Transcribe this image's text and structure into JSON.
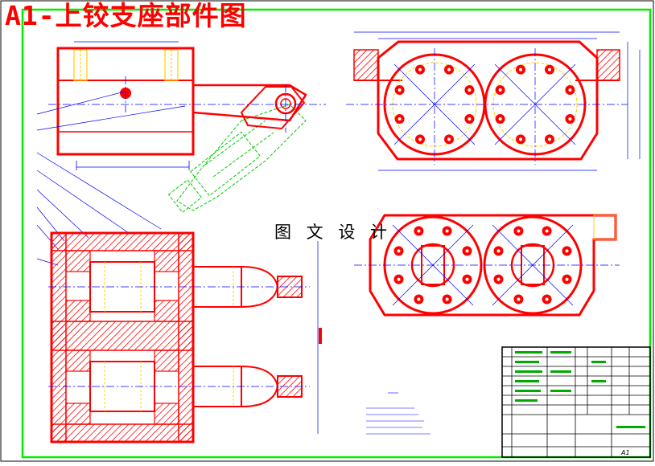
{
  "drawing": {
    "title": "A1-上铰支座部件图",
    "watermark": "图 文 设 计",
    "title_block_sheet_size": "A1"
  },
  "colors": {
    "outline": "#ff0000",
    "frame": "#00ff00",
    "hidden": "#00cc00",
    "center": "#0000ff",
    "dimension": "#0000ff",
    "yellow": "#ffd000",
    "hatch": "#ff0000",
    "text": "#000000"
  }
}
